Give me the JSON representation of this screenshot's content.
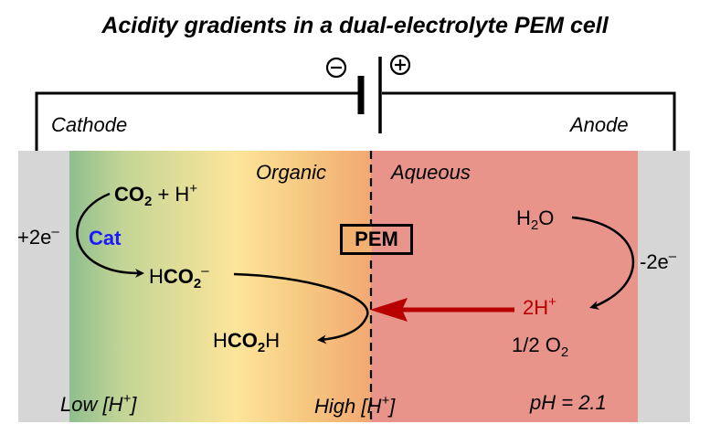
{
  "title": "Acidity gradients in a dual-electrolyte PEM cell",
  "battery": {
    "minus": "−",
    "plus": "+"
  },
  "electrodes": {
    "cathode": "Cathode",
    "anode": "Anode"
  },
  "regions": {
    "organic": "Organic",
    "aqueous": "Aqueous"
  },
  "membrane": "PEM",
  "species": {
    "co2": "CO",
    "co2_sub": "2",
    "plus_h": " + H",
    "plus_h_sup": "+",
    "cat": "Cat",
    "hco2_minus_h": "H",
    "hco2_minus_co": "CO",
    "hco2_minus_sub": "2",
    "hco2_minus_sup": "–",
    "hco2h_h": "H",
    "hco2h_co": "CO",
    "hco2h_sub": "2",
    "hco2h_h2": "H",
    "h2o_h": "H",
    "h2o_sub": "2",
    "h2o_o": "O",
    "two_h": "2H",
    "two_h_sup": "+",
    "half_o2": "1/2 O",
    "half_o2_sub": "2"
  },
  "electrons": {
    "left": "+2e",
    "left_sup": "–",
    "right": "-2e",
    "right_sup": "–"
  },
  "bottom": {
    "low_pre": "Low [H",
    "low_sup": "+",
    "low_post": "]",
    "high_pre": "High [H",
    "high_sup": "+",
    "high_post": "]",
    "ph": "pH = 2.1"
  },
  "colors": {
    "gradient_green": "#8fbe8e",
    "gradient_yellow": "#fde59a",
    "gradient_orange": "#f2b070",
    "aqueous_red": "#e8948b",
    "electrode_gray": "#d6d6d6",
    "proton_arrow": "#b80000",
    "cat_blue": "#1a1aff"
  }
}
